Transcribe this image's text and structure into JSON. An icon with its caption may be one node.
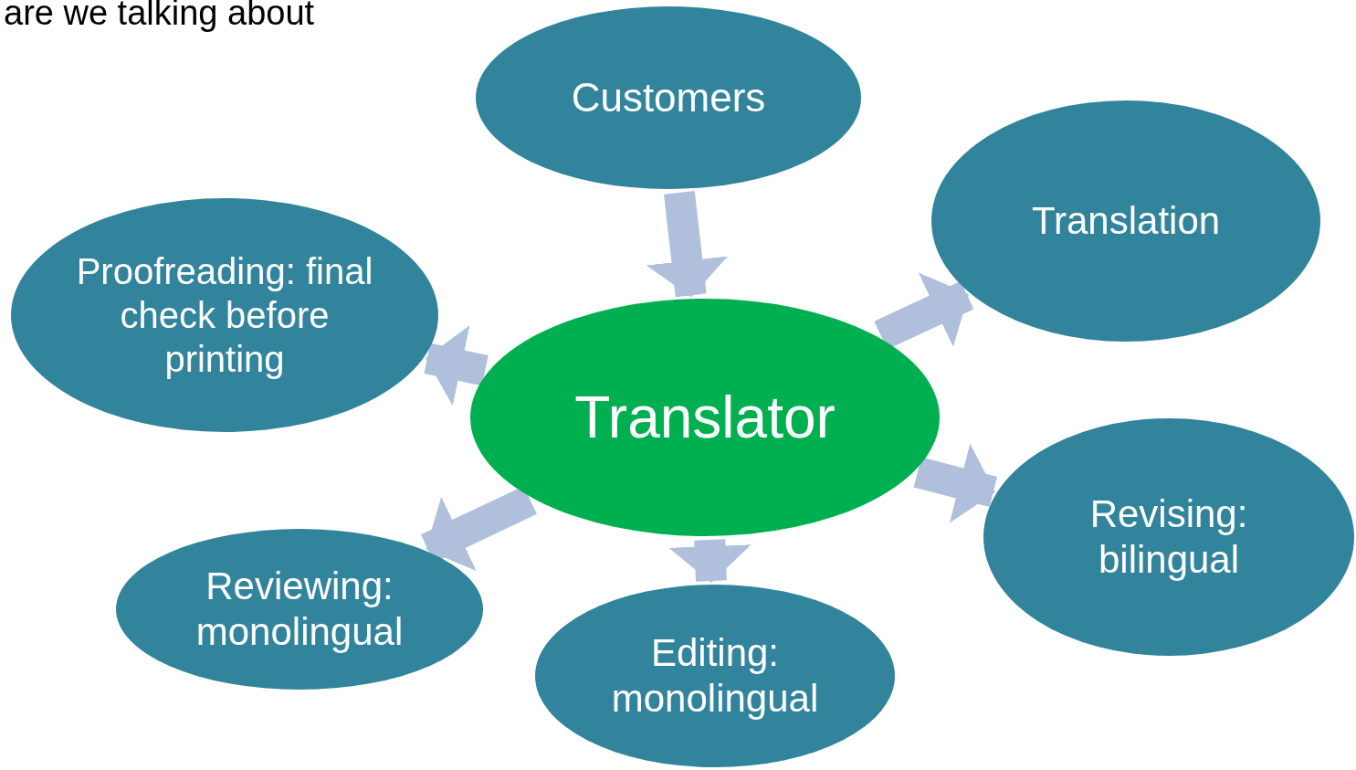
{
  "diagram": {
    "title": "are we talking about",
    "nodes": [
      {
        "text": [
          "Customers"
        ]
      },
      {
        "text": [
          "Translator"
        ]
      },
      {
        "text": [
          "Translation"
        ]
      },
      {
        "text": [
          "Revising: bilingual"
        ]
      },
      {
        "text": [
          "Editing: monolingual"
        ]
      },
      {
        "text": [
          "Reviewing: monolingual"
        ]
      },
      {
        "text": [
          "Proofreading: final check before printing"
        ]
      }
    ],
    "edges": [
      {
        "from": 0,
        "to": 1,
        "arrow": "to"
      },
      {
        "from": 1,
        "to": 2,
        "arrow": "to"
      },
      {
        "from": 1,
        "to": 3,
        "arrow": "to"
      },
      {
        "from": 1,
        "to": 4,
        "arrow": "to"
      },
      {
        "from": 1,
        "to": 5,
        "arrow": "to"
      },
      {
        "from": 1,
        "to": 6,
        "arrow": "to"
      }
    ]
  }
}
